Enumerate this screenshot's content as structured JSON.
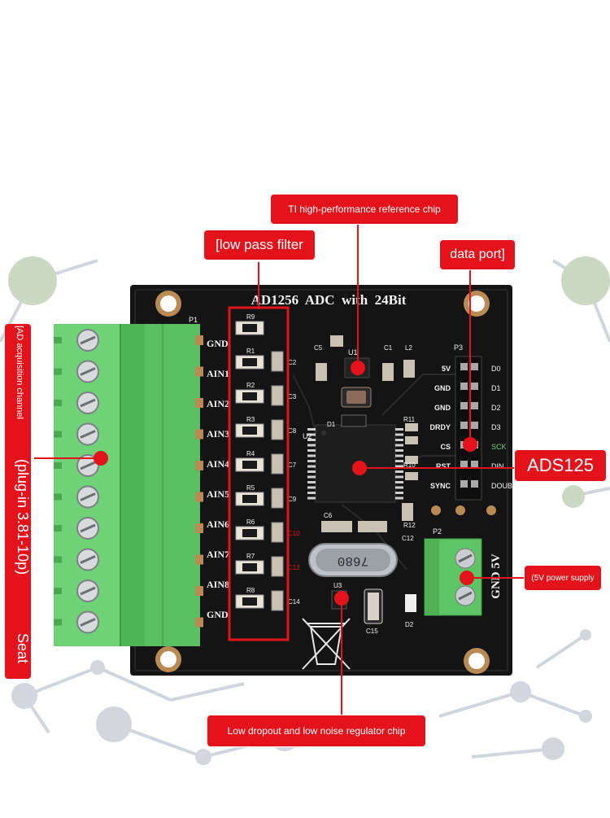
{
  "board": {
    "title": "AD1256  ADC  with  24Bit",
    "connector_label": "P1",
    "left_pins": [
      "GND",
      "AIN1",
      "AIN2",
      "AIN3",
      "AIN4",
      "AIN5",
      "AIN6",
      "AIN7",
      "AIN8",
      "GND"
    ],
    "resistors": [
      "R9",
      "R1",
      "R2",
      "R3",
      "R4",
      "R5",
      "R6",
      "R7",
      "R8"
    ],
    "caps": [
      "C2",
      "C3",
      "C8",
      "C7",
      "C9",
      "C10",
      "C13",
      "C14"
    ],
    "header_label": "P3",
    "header_pins_left": [
      "5V",
      "GND",
      "GND",
      "DRDY",
      "CS",
      "RST",
      "SYNC"
    ],
    "header_pins_right": [
      "D0",
      "D1",
      "D2",
      "D3",
      "SCK",
      "DIN",
      "DOUBT"
    ],
    "u1": "U1",
    "u2": "U2",
    "u3": "U3",
    "d1": "D1",
    "d2": "D2",
    "l2": "L2",
    "c1": "C1",
    "c5": "C5",
    "c6": "C6",
    "c12": "C12",
    "c15": "C15",
    "r10": "R10",
    "r11": "R11",
    "r12": "R12",
    "crystal": "7680",
    "power_connector": "P2",
    "power_label": "GND 5V"
  },
  "callouts": {
    "reference": "TI high-performance reference chip",
    "lowpass": "[low pass filter",
    "dataport": "data port]",
    "ads": "ADS125",
    "power": "(5V power supply",
    "regulator": "Low dropout and low noise regulator chip",
    "ad_channel": "[AD acquisition channel",
    "plugin": "(plug-in 3.81-10p)",
    "seat": "Seat"
  },
  "colors": {
    "callout": "#e3121b",
    "pcb": "#141414",
    "terminal": "#5fc466",
    "silk": "#f2f2f2"
  }
}
